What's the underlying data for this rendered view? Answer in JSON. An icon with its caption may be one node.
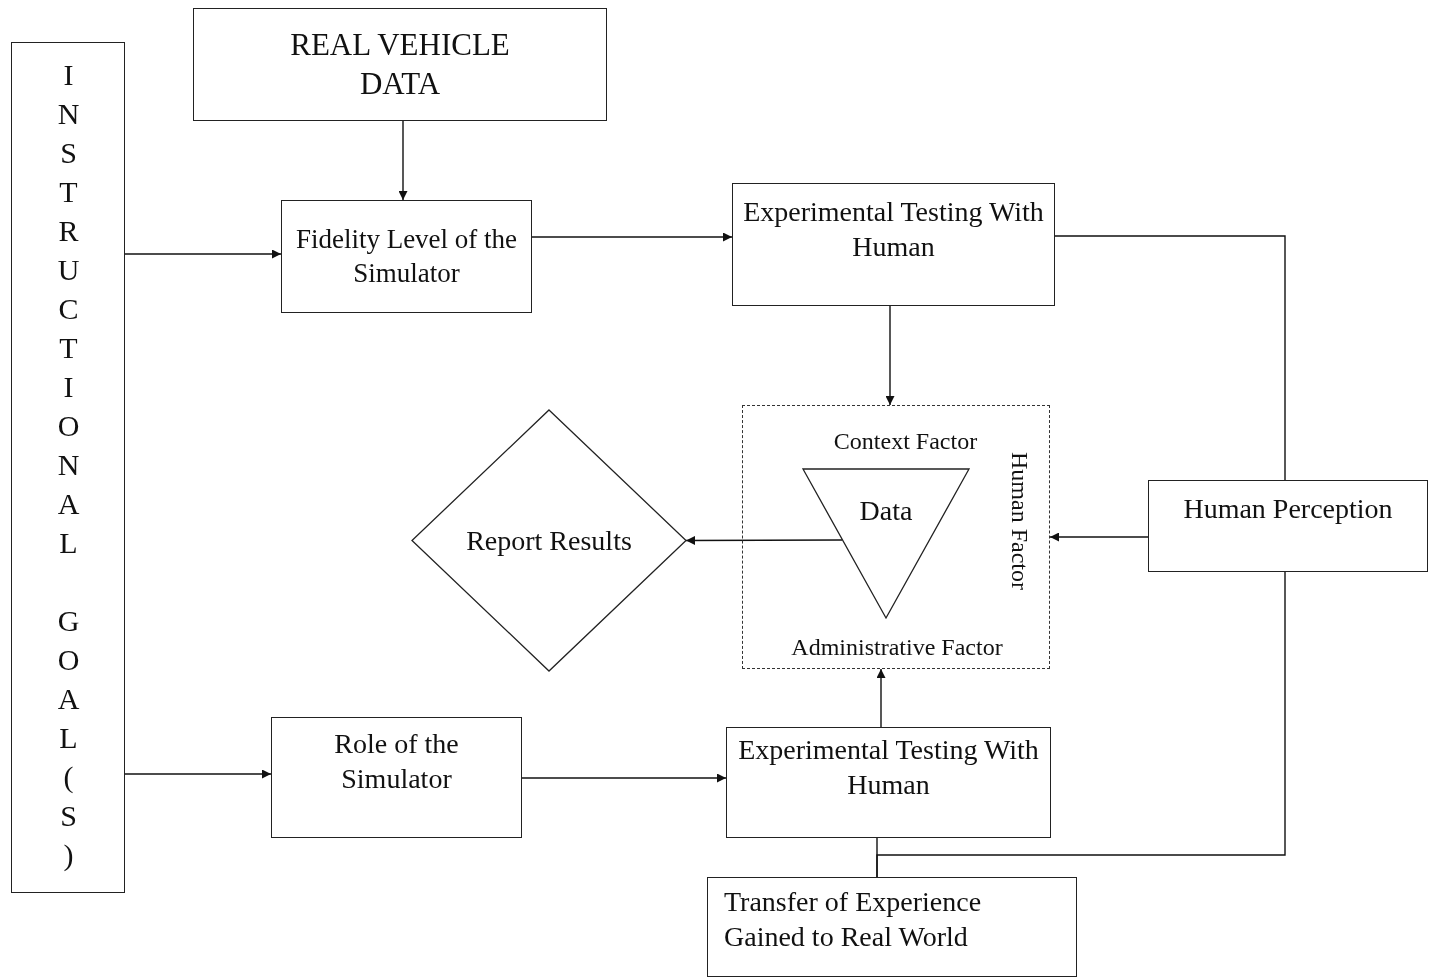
{
  "diagram": {
    "nodes": [
      {
        "text": [
          "INSTRUCTIONAL GOAL(S)"
        ]
      },
      {
        "text": [
          "REAL VEHICLE DATA"
        ]
      },
      {
        "text": [
          "Fidelity Level of the Simulator"
        ]
      },
      {
        "text": [
          "Experimental Testing With Human"
        ]
      },
      {
        "text": [
          "Context Factor",
          "Human Factor",
          "Administrative Factor"
        ]
      },
      {
        "text": [
          "Data"
        ],
        "in": 4
      },
      {
        "text": [
          "Report Results"
        ]
      },
      {
        "text": [
          "Human Perception"
        ]
      },
      {
        "text": [
          "Role of the Simulator"
        ]
      },
      {
        "text": [
          "Experimental Testing With Human"
        ]
      },
      {
        "text": [
          "Transfer of Experience Gained to Real World"
        ]
      }
    ],
    "edges": [
      {
        "from": 1,
        "to": 2,
        "arrow": "to"
      },
      {
        "from": 0,
        "to": 2,
        "arrow": "to"
      },
      {
        "from": 2,
        "to": 3,
        "arrow": "to"
      },
      {
        "from": 3,
        "to": 4,
        "arrow": "to"
      },
      {
        "from": 3,
        "to": 7,
        "arrow": "none"
      },
      {
        "from": 5,
        "to": 6,
        "arrow": "to"
      },
      {
        "from": 7,
        "to": 4,
        "arrow": "to"
      },
      {
        "from": 0,
        "to": 8,
        "arrow": "to"
      },
      {
        "from": 8,
        "to": 9,
        "arrow": "to"
      },
      {
        "from": 9,
        "to": 4,
        "arrow": "to"
      },
      {
        "from": 9,
        "to": 10,
        "arrow": "none"
      },
      {
        "from": 7,
        "to": 10,
        "arrow": "none"
      }
    ]
  }
}
